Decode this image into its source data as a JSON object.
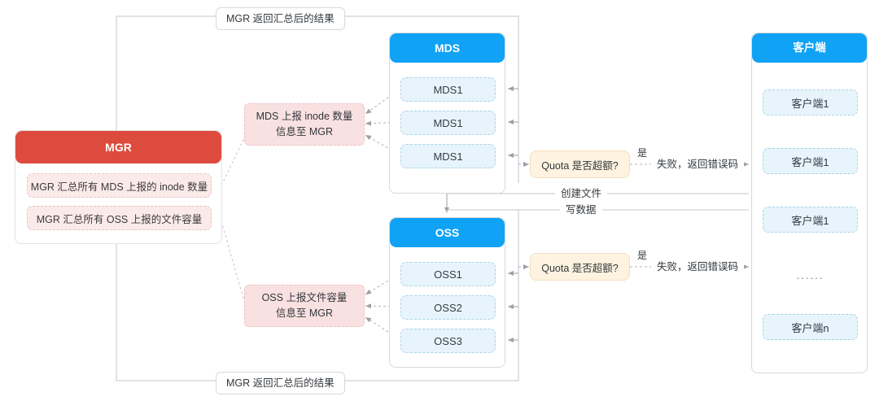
{
  "diagram": {
    "title_top": "MGR 返回汇总后的结果",
    "title_bottom": "MGR 返回汇总后的结果"
  },
  "colors": {
    "mgr_red": "#dd4b3e",
    "panel_blue": "#0fa2f5",
    "chip_blue_bg": "#e8f4fb",
    "report_pink_bg": "#fae1e1",
    "quota_bg": "#fdf3e0",
    "line_gray": "#b6bcc2"
  },
  "mgr": {
    "header": "MGR",
    "items": [
      {
        "label": "MGR 汇总所有 MDS 上报的 inode 数量"
      },
      {
        "label": "MGR 汇总所有 OSS 上报的文件容量"
      }
    ]
  },
  "reports": {
    "mds": {
      "line1": "MDS 上报 inode 数量",
      "line2": "信息至 MGR"
    },
    "oss": {
      "line1": "OSS 上报文件容量",
      "line2": "信息至 MGR"
    }
  },
  "mds_panel": {
    "header": "MDS",
    "nodes": [
      {
        "label": "MDS1"
      },
      {
        "label": "MDS1"
      },
      {
        "label": "MDS1"
      }
    ]
  },
  "oss_panel": {
    "header": "OSS",
    "nodes": [
      {
        "label": "OSS1"
      },
      {
        "label": "OSS2"
      },
      {
        "label": "OSS3"
      }
    ]
  },
  "client_panel": {
    "header": "客户端",
    "nodes": [
      {
        "label": "客户端1"
      },
      {
        "label": "客户端1"
      },
      {
        "label": "客户端1"
      },
      {
        "label": "......"
      },
      {
        "label": "客户端n"
      }
    ]
  },
  "quota": {
    "top": {
      "question": "Quota 是否超额?",
      "yes": "是",
      "result": "失败，返回错误码"
    },
    "bottom": {
      "question": "Quota 是否超额?",
      "yes": "是",
      "result": "失败，返回错误码"
    }
  },
  "flows": {
    "create_file": "创建文件",
    "write_data": "写数据"
  }
}
